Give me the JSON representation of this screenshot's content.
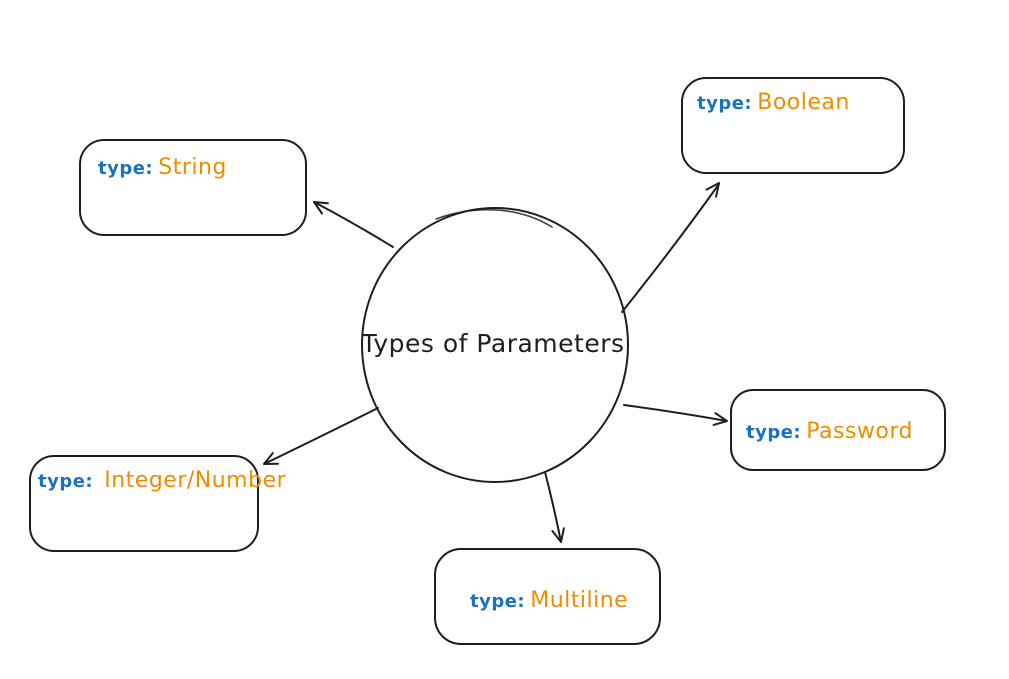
{
  "title": "Types of Parameters",
  "colors": {
    "stroke": "#1e1e1e",
    "type_label": "#1971c2",
    "value_label": "#f08c00",
    "background": "#ffffff"
  },
  "center_node": {
    "label": "Types of Parameters"
  },
  "nodes": [
    {
      "id": "string",
      "type_label": "type:",
      "value": "String"
    },
    {
      "id": "boolean",
      "type_label": "type:",
      "value": "Boolean"
    },
    {
      "id": "password",
      "type_label": "type:",
      "value": "Password"
    },
    {
      "id": "integer-number",
      "type_label": "type:",
      "value": "Integer/Number"
    },
    {
      "id": "multiline",
      "type_label": "type:",
      "value": "Multiline"
    }
  ]
}
